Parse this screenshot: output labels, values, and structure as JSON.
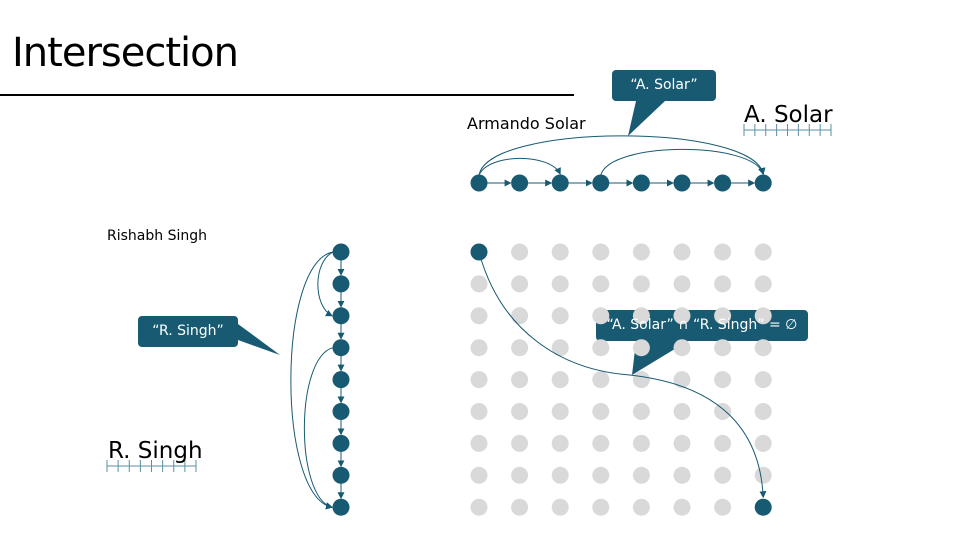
{
  "slide": {
    "title": "Intersection",
    "author_a_label": "Armando Solar",
    "author_b_label": "Rishabh Singh",
    "token_a": "A. Solar",
    "token_b": "R. Singh",
    "callout_a": "“A. Solar”",
    "callout_b": "“R. Singh”",
    "callout_intersection": "“A. Solar” ∩ “R. Singh” = ∅"
  },
  "colors": {
    "node": "#185a72",
    "grid_dot": "#d9d9d9",
    "callout": "#185a72"
  },
  "graph_a": {
    "nodes": 8,
    "skip_edges": [
      [
        0,
        2
      ],
      [
        0,
        7
      ],
      [
        3,
        7
      ]
    ]
  },
  "graph_b": {
    "nodes": 9,
    "skip_edges": [
      [
        0,
        2
      ],
      [
        0,
        8
      ],
      [
        3,
        8
      ]
    ]
  },
  "matrix": {
    "cols": 8,
    "rows": 9,
    "highlighted": [
      [
        0,
        0
      ],
      [
        7,
        8
      ]
    ]
  }
}
